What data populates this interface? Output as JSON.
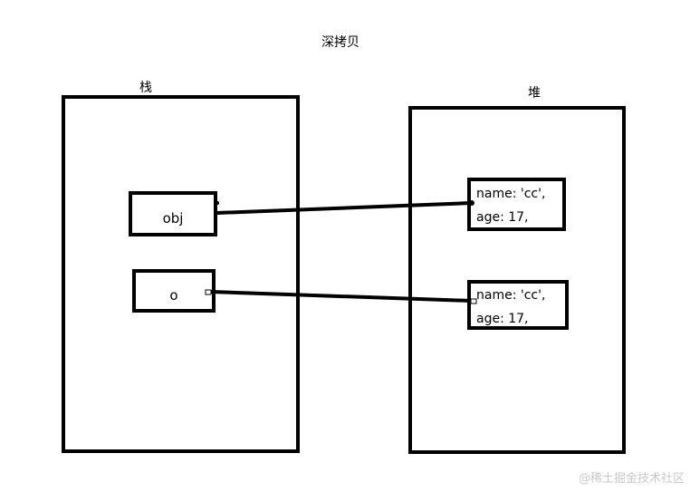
{
  "title": "深拷贝",
  "stack": {
    "label": "栈",
    "vars": [
      {
        "name": "obj"
      },
      {
        "name": "o"
      }
    ]
  },
  "heap": {
    "label": "堆",
    "objects": [
      {
        "line1": "name: 'cc',",
        "line2": "age: 17,"
      },
      {
        "line1": "name: 'cc',",
        "line2": "age: 17,"
      }
    ]
  },
  "watermark": "@稀土掘金技术社区",
  "colors": {
    "stroke": "#000000",
    "background": "#ffffff",
    "watermark": "#c9c9c9"
  }
}
